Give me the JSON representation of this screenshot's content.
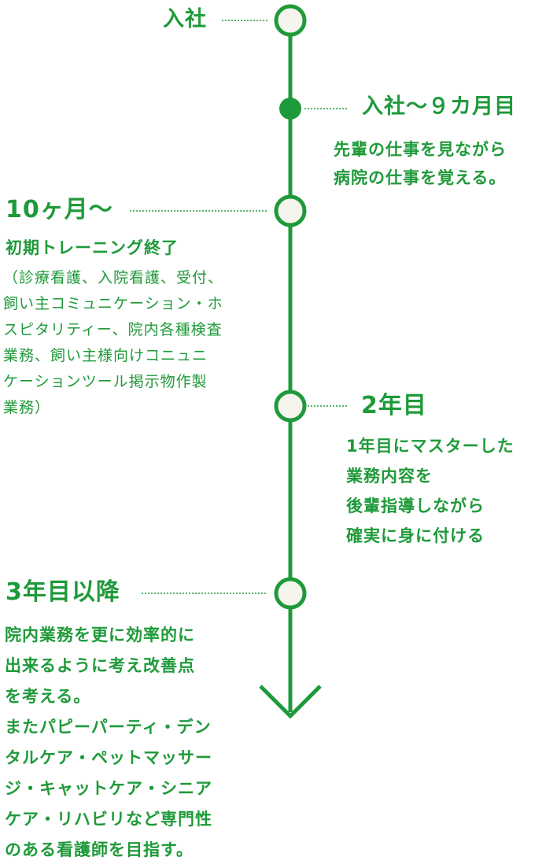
{
  "colors": {
    "accent": "#1f9a3a",
    "node_fill": "#f5f5ee"
  },
  "milestones": [
    {
      "id": "join",
      "title": "入社",
      "lines": []
    },
    {
      "id": "join-9m",
      "title": "入社～９カ月目",
      "lines": [
        "先輩の仕事を見ながら",
        "病院の仕事を覚える。"
      ]
    },
    {
      "id": "10m",
      "title": "10ヶ月～",
      "subtitle": "初期トレーニング終了",
      "lines": [
        "（診療看護、入院看護、受付、",
        "飼い主コミュニケーション・ホ",
        "スピタリティー、院内各種検査",
        "業務、飼い主様向けコニュニ",
        "ケーションツール掲示物作製",
        "業務）"
      ]
    },
    {
      "id": "2y",
      "title": "2年目",
      "lines": [
        "1年目にマスターした",
        "業務内容を",
        "後輩指導しながら",
        "確実に身に付ける"
      ]
    },
    {
      "id": "3y",
      "title": "3年目以降",
      "lines": [
        "院内業務を更に効率的に",
        "出来るように考え改善点",
        "を考える。",
        "またパピーパーティ・デン",
        "タルケア・ペットマッサー",
        "ジ・キャットケア・シニア",
        "ケア・リハビリなど専門性",
        "のある看護師を目指す。"
      ]
    }
  ]
}
